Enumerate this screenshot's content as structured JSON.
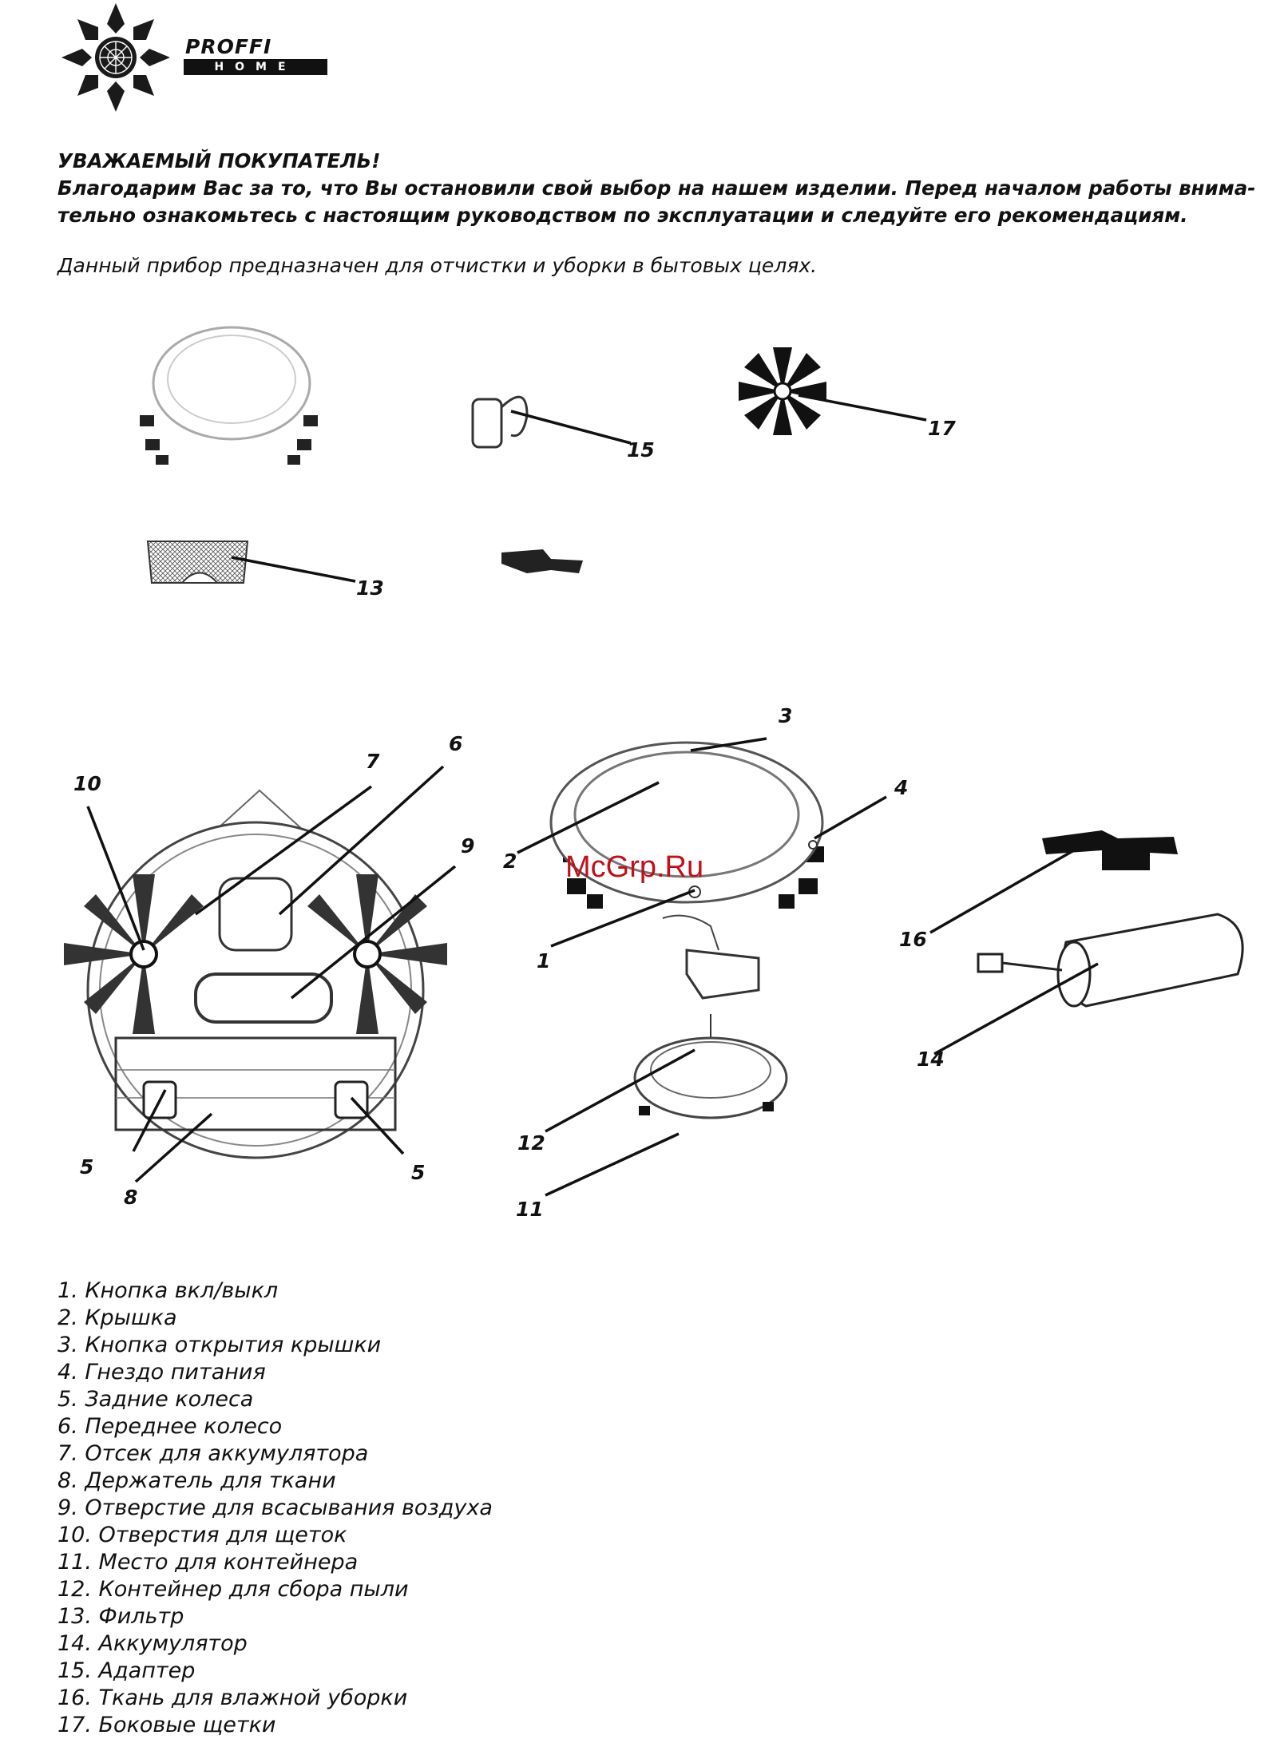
{
  "brand": {
    "name": "PROFFI",
    "sub": "HOME",
    "logo_icon": "snowflake-star-logo-icon"
  },
  "greeting": {
    "title": "УВАЖАЕМЫЙ ПОКУПАТЕЛЬ!",
    "line1": "Благодарим Вас за то, что Вы остановили свой выбор на нашем изделии. Перед началом работы внима-",
    "line2": "тельно ознакомьтесь с настоящим руководством по эксплуатации и следуйте его рекомендациям."
  },
  "intro": "Данный прибор предназначен для отчистки и уборки в бытовых целях.",
  "watermark": "McGrp.Ru",
  "callouts": {
    "c1": "1",
    "c2": "2",
    "c3": "3",
    "c4": "4",
    "c5a": "5",
    "c5b": "5",
    "c6": "6",
    "c7": "7",
    "c8": "8",
    "c9": "9",
    "c10": "10",
    "c11": "11",
    "c12": "12",
    "c13": "13",
    "c14": "14",
    "c15": "15",
    "c16": "16",
    "c17": "17"
  },
  "parts": [
    "1. Кнопка вкл/выкл",
    "2. Крышка",
    "3. Кнопка открытия крышки",
    "4. Гнездо питания",
    "5. Задние колеса",
    "6. Переднее колесо",
    "7. Отсек для аккумулятора",
    "8. Держатель для ткани",
    "9. Отверстие для всасывания воздуха",
    "10. Отверстия для щеток",
    "11. Место для контейнера",
    "12. Контейнер для сбора пыли",
    "13. Фильтр",
    "14. Аккумулятор",
    "15. Адаптер",
    "16. Ткань для влажной уборки",
    "17. Боковые щетки"
  ]
}
